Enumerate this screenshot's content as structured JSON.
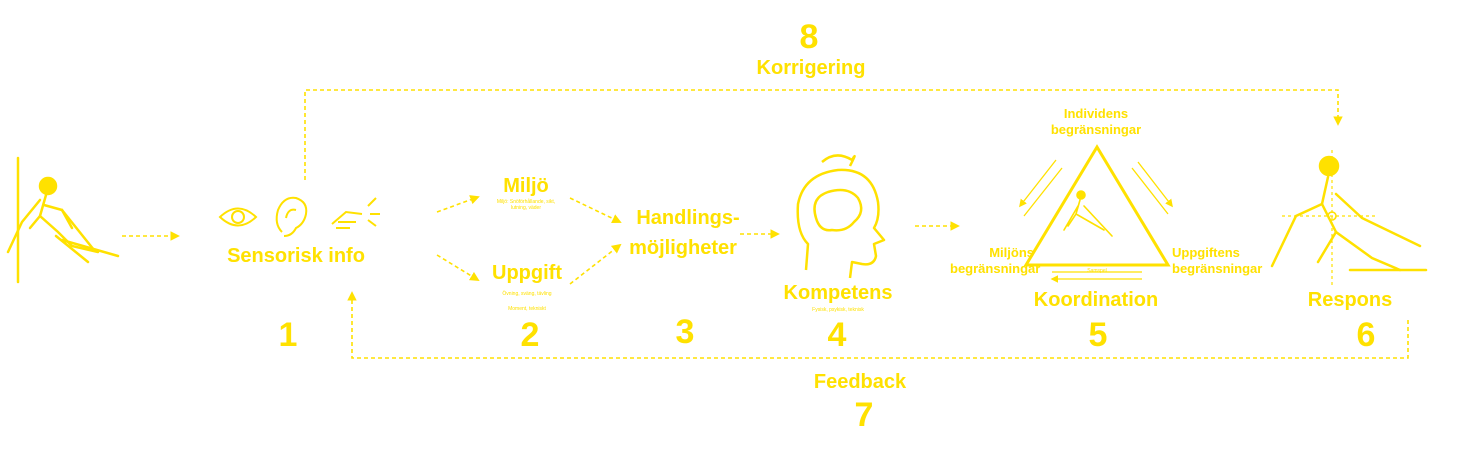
{
  "colors": {
    "accent": "#FFE100"
  },
  "top": {
    "number": "8",
    "label": "Korrigering"
  },
  "bottom": {
    "label": "Feedback",
    "number": "7"
  },
  "stage1": {
    "label": "Sensorisk info",
    "number": "1",
    "icons": [
      "eye-icon",
      "ear-icon",
      "touch-icon"
    ]
  },
  "stage2": {
    "number": "2",
    "miljo": {
      "title": "Miljö",
      "sub": "Miljö: Snöförhållande, sikt, lutning, väder"
    },
    "uppgift": {
      "title": "Uppgift",
      "sub": "Övning, sväng, tävling",
      "sub2": "Moment, tekniskt"
    }
  },
  "stage3": {
    "line1": "Handlings-",
    "line2": "möjligheter",
    "number": "3"
  },
  "stage4": {
    "label": "Kompetens",
    "sub": "Fysisk, psykisk, teknisk",
    "number": "4",
    "icon": "head-brain-icon"
  },
  "stage5": {
    "label": "Koordination",
    "number": "5",
    "top": {
      "line1": "Individens",
      "line2": "begränsningar"
    },
    "left": {
      "line1": "Miljöns",
      "line2": "begränsningar"
    },
    "right": {
      "line1": "Uppgiftens",
      "line2": "begränsningar"
    },
    "base_note": "Samspel"
  },
  "stage6": {
    "label": "Respons",
    "number": "6"
  }
}
